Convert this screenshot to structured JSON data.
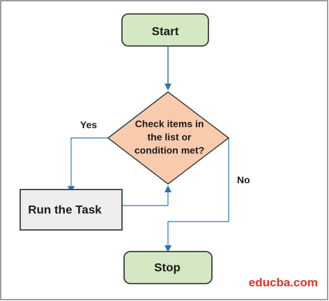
{
  "nodes": {
    "start": {
      "label": "Start"
    },
    "decision": {
      "lines": [
        "Check items in",
        "the list or",
        "condition met?"
      ]
    },
    "task": {
      "label": "Run the Task"
    },
    "stop": {
      "label": "Stop"
    }
  },
  "edges": {
    "yes_label": "Yes",
    "no_label": "No"
  },
  "watermark": "educba.com",
  "colors": {
    "terminal_fill": "#d4e8c4",
    "terminal_stroke": "#3c3c3c",
    "decision_fill": "#f8cbad",
    "process_fill": "#eeeeee",
    "arrow": "#2e74b5",
    "watermark": "#e03030",
    "border": "#7f7f7f"
  }
}
